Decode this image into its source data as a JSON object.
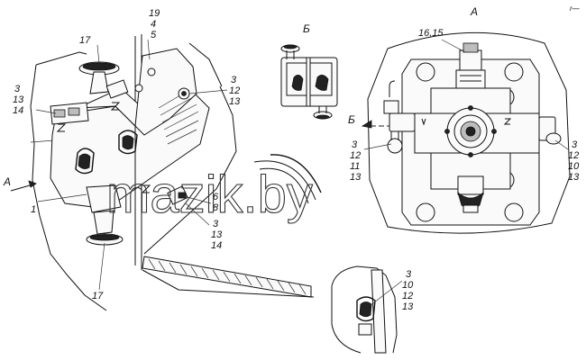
{
  "view_labels": {
    "view_a_header": "А",
    "view_b_header": "Б",
    "view_a_arrow": "А",
    "view_b_arrow": "Б"
  },
  "callouts": {
    "top_stack": [
      "19",
      "4",
      "5"
    ],
    "top_left_17": "17",
    "left_stack": [
      "3",
      "13",
      "14"
    ],
    "mid_right_stack": [
      "3",
      "12",
      "13"
    ],
    "mid_low_stack": [
      "6",
      "8"
    ],
    "lower_stack": [
      "3",
      "13",
      "14"
    ],
    "left_1": "1",
    "bottom_17": "17",
    "view_a_top": "16,15",
    "view_a_left_stack": [
      "3",
      "12",
      "11",
      "13"
    ],
    "view_a_right_stack": [
      "3",
      "12",
      "10",
      "13"
    ],
    "detail_stack": [
      "3",
      "10",
      "12",
      "13"
    ]
  },
  "watermark": "mazik.by",
  "corner_mark": "r—"
}
